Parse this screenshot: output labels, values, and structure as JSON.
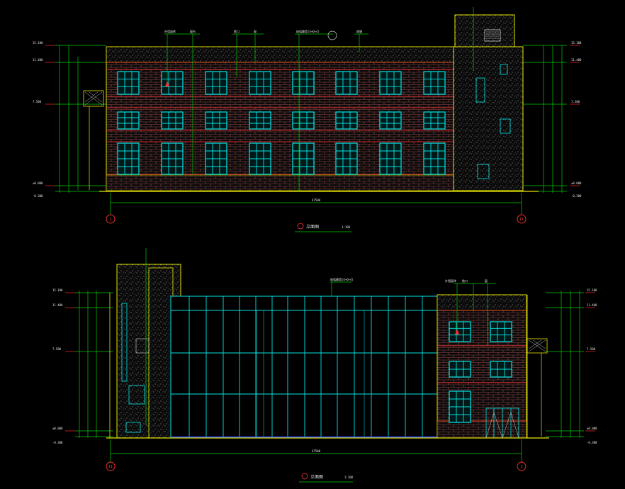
{
  "drawing": {
    "background": "#000000",
    "colors": {
      "wall": "#e6e600",
      "window": "#00e5e5",
      "floor_line": "#ff2a2a",
      "dimension": "#00cc00",
      "axis": "#ff3030",
      "text": "#e8e8e8"
    },
    "elevation_top": {
      "axis_left": "1",
      "axis_right": "11",
      "elev_left": [
        "15.100",
        "11.400",
        "7.500",
        "±0.000",
        "-0.300"
      ],
      "elev_right": [
        "15.100",
        "11.400",
        "7.500",
        "±0.000",
        "-0.300"
      ],
      "overall_dim": "47500",
      "callouts": [
        "外墙面砖",
        "窗台",
        "檐口",
        "窗",
        "玻璃幕墙(4+6+4)",
        "雨篷"
      ],
      "title": "立面图",
      "scale": "1:100"
    },
    "elevation_bottom": {
      "axis_left": "11",
      "axis_right": "1",
      "elev_left": [
        "15.100",
        "11.400",
        "7.500",
        "±0.000",
        "-0.300"
      ],
      "elev_right": [
        "15.100",
        "11.400",
        "7.500",
        "±0.000",
        "-0.300"
      ],
      "overall_dim": "47500",
      "callouts": [
        "玻璃幕墙(4+6+4)",
        "外墙面砖",
        "檐口",
        "窗"
      ],
      "title": "立面图",
      "scale": "1:100"
    }
  }
}
